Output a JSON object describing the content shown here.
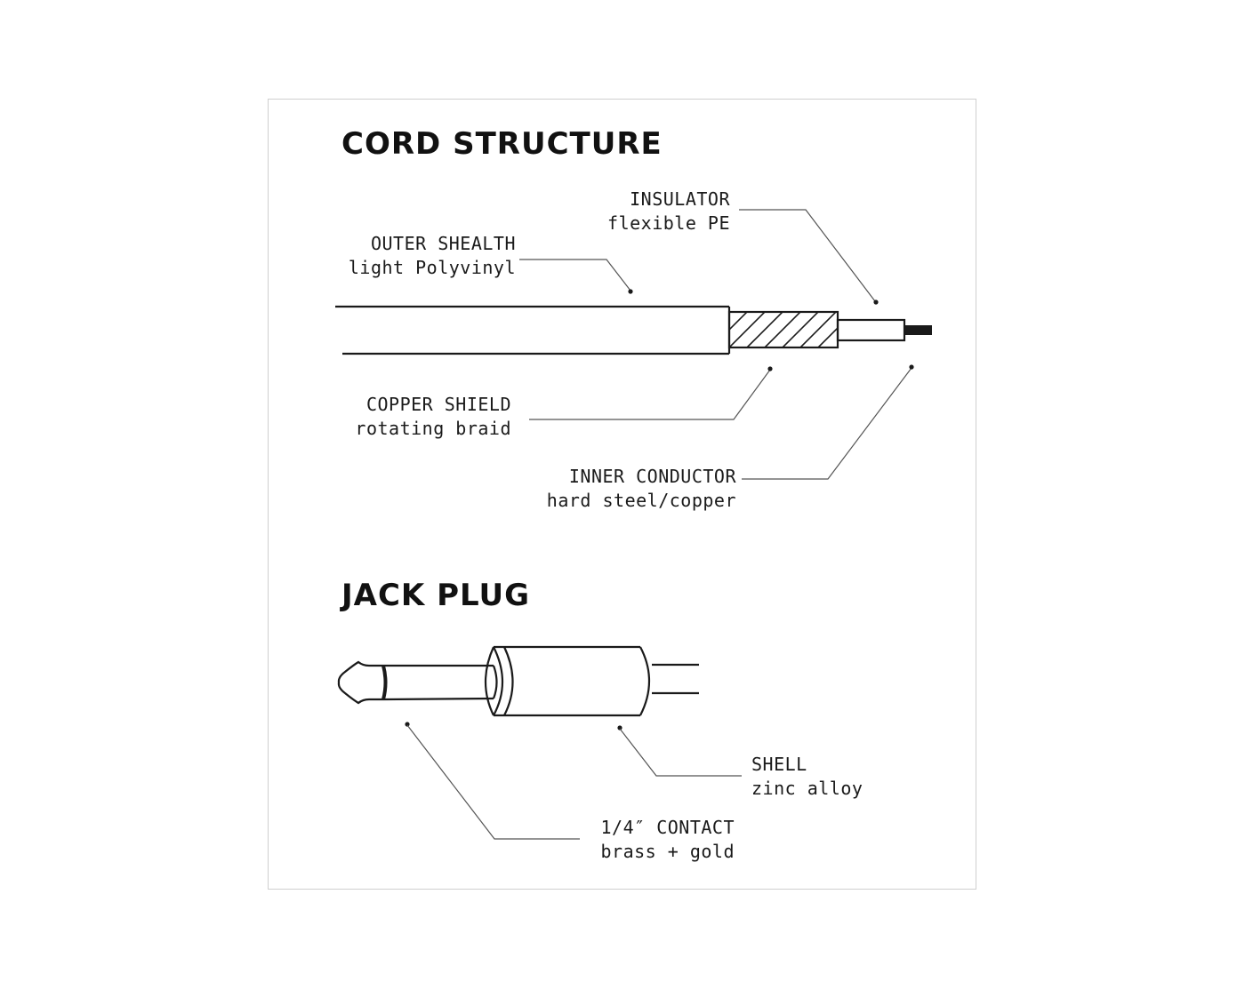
{
  "sections": {
    "cord": {
      "title": "CORD STRUCTURE",
      "callouts": [
        {
          "id": "outer-sheath",
          "name": "OUTER SHEALTH",
          "material": "light Polyvinyl"
        },
        {
          "id": "insulator",
          "name": "INSULATOR",
          "material": "flexible PE"
        },
        {
          "id": "copper-shield",
          "name": "COPPER SHIELD",
          "material": "rotating braid"
        },
        {
          "id": "inner-conductor",
          "name": "INNER CONDUCTOR",
          "material": "hard steel/copper"
        }
      ]
    },
    "jack": {
      "title": "JACK PLUG",
      "callouts": [
        {
          "id": "shell",
          "name": "SHELL",
          "material": "zinc alloy"
        },
        {
          "id": "contact",
          "name": "1/4″ CONTACT",
          "material": "brass + gold"
        }
      ]
    }
  },
  "colors": {
    "ink": "#1a1a1a",
    "frame": "#cfcfcf",
    "background": "#ffffff"
  }
}
